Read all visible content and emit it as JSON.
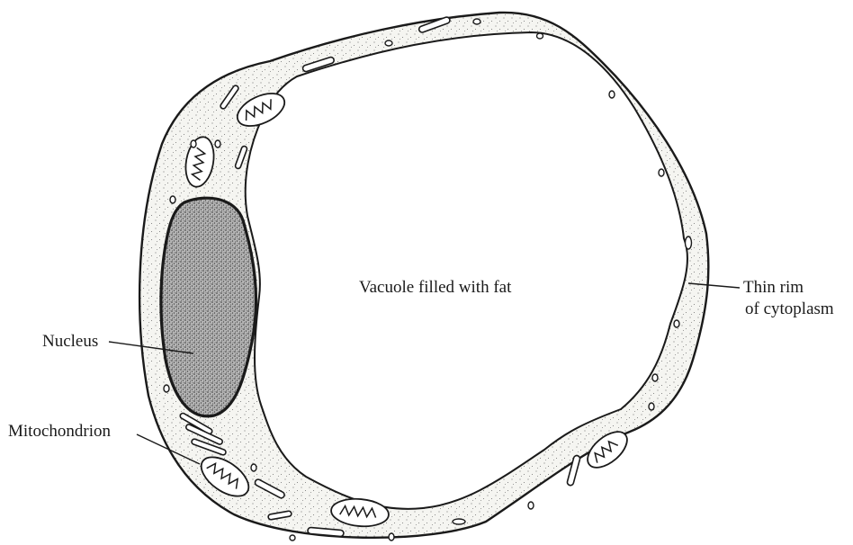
{
  "labels": {
    "vacuole": "Vacuole filled with fat",
    "rim_line1": "Thin rim",
    "rim_line2": "of cytoplasm",
    "nucleus": "Nucleus",
    "mitochondrion": "Mitochondrion"
  },
  "colors": {
    "ink": "#1a1a1a",
    "cytoplasm": "#f4f4f0",
    "nucleus_fill": "#8c8c8c",
    "background": "#ffffff"
  }
}
